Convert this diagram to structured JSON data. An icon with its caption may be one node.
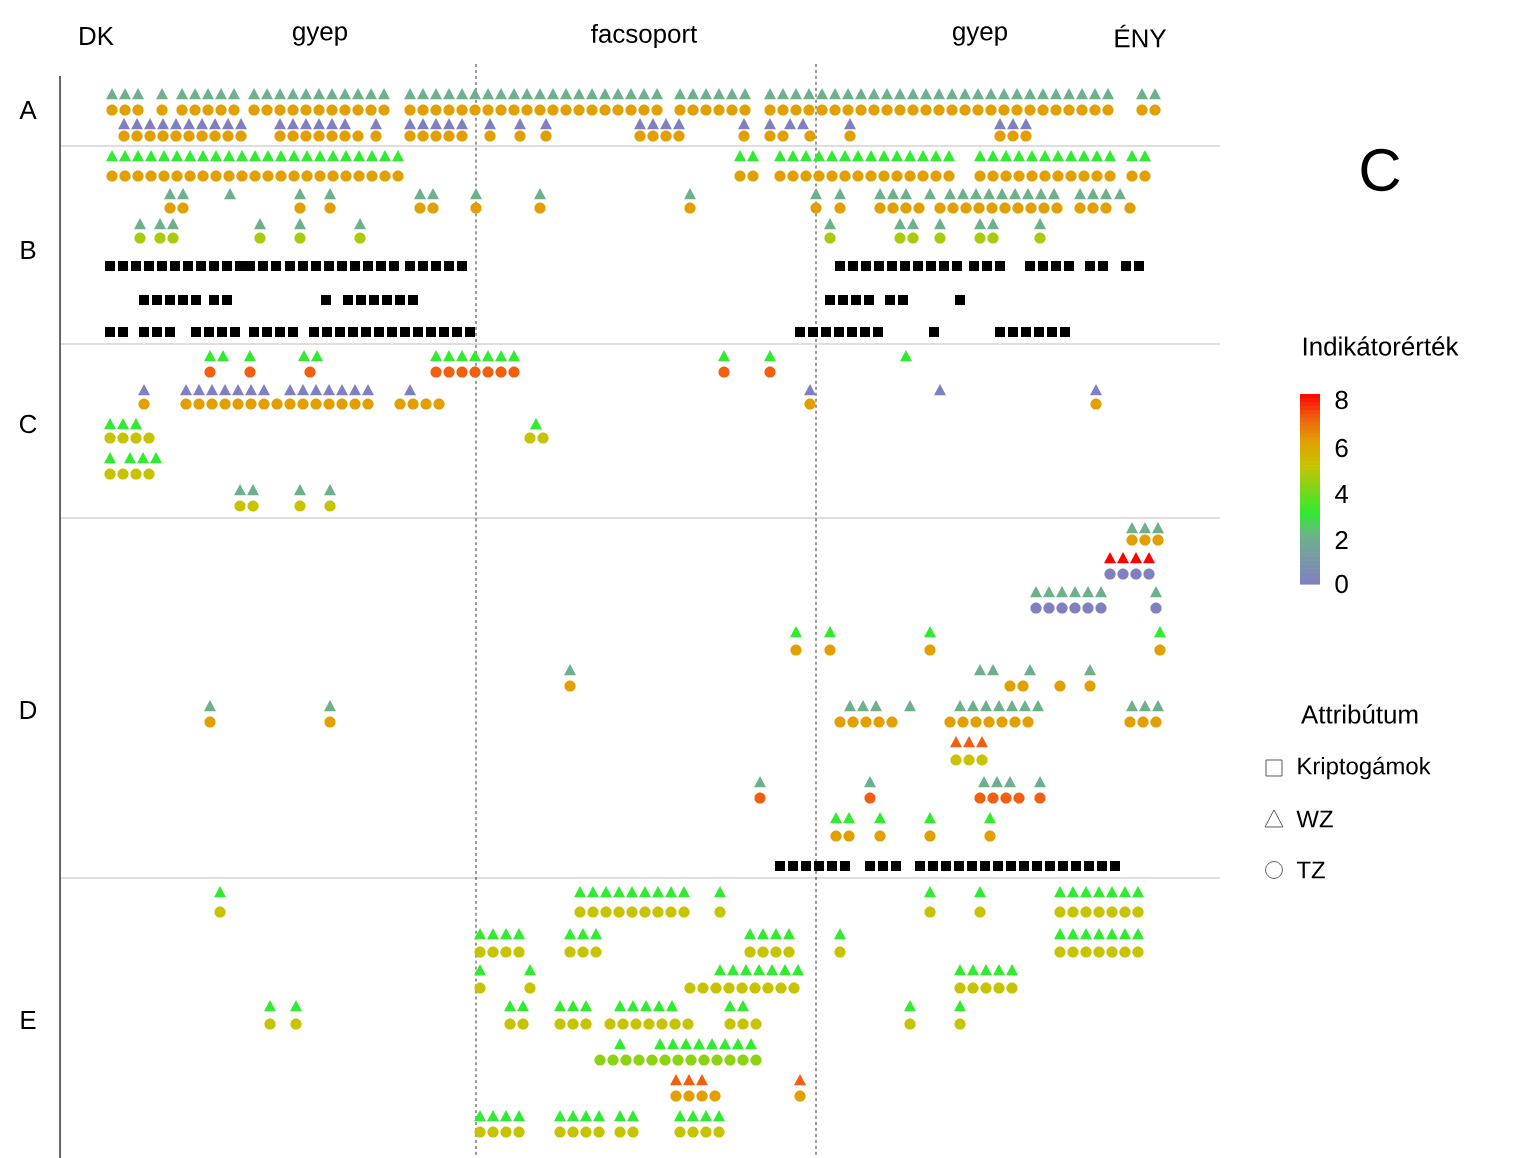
{
  "diagram": {
    "labels": [
      "DK",
      "gyep",
      "facsoport",
      "gyep",
      "ÉNY",
      "A",
      "B",
      "C",
      "D",
      "E",
      "C",
      "Indikátorérték",
      "8",
      "6",
      "4",
      "2",
      "0",
      "Attribútum"
    ],
    "legend": [
      {
        "text": "Kriptogámok"
      },
      {
        "text": "WZ"
      },
      {
        "text": "TZ"
      }
    ]
  }
}
